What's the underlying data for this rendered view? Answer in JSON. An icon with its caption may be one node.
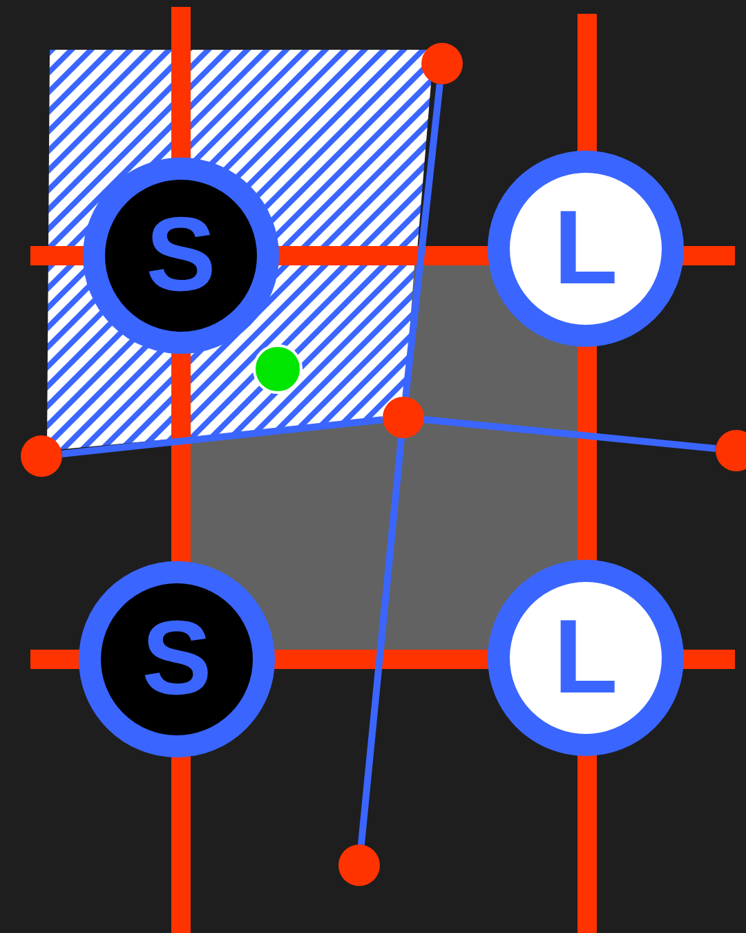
{
  "diagram": {
    "nodes": [
      {
        "text": [],
        "shape": "circle"
      },
      {
        "text": [
          "S"
        ]
      },
      {
        "text": [
          "L"
        ]
      },
      {
        "text": [],
        "shape": "circle"
      },
      {
        "text": [],
        "shape": "circle"
      },
      {
        "text": [],
        "shape": "circle"
      },
      {
        "text": [
          "S"
        ]
      },
      {
        "text": [
          "L"
        ]
      },
      {
        "text": [],
        "shape": "circle"
      }
    ],
    "edges": [
      {
        "from": 3,
        "to": 0,
        "arrow": "none"
      },
      {
        "from": 3,
        "to": 4,
        "arrow": "none"
      },
      {
        "from": 3,
        "to": 5,
        "arrow": "none"
      },
      {
        "from": 3,
        "to": 8,
        "arrow": "none"
      }
    ]
  }
}
